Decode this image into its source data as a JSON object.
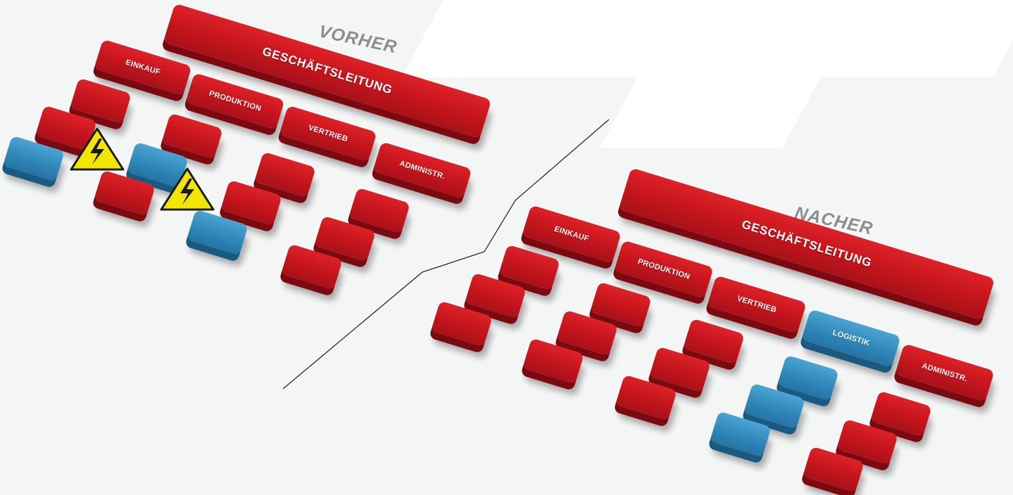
{
  "vorher": {
    "caption": "VORHER",
    "top": "GESCHÄFTSLEITUNG",
    "departments": [
      "EINKAUF",
      "PRODUKTION",
      "VERTRIEB",
      "ADMINISTR."
    ]
  },
  "nachher": {
    "caption": "NACHER",
    "top": "GESCHÄFTSLEITUNG",
    "departments": [
      "EINKAUF",
      "PRODUKTION",
      "VERTRIEB",
      "LOGISTIK",
      "ADMINISTR."
    ]
  },
  "colors": {
    "red": "#c8161e",
    "blue": "#2f86b8",
    "warning": "#f2e600",
    "background": "#f4f5f5"
  },
  "icons": [
    "high-voltage-warning-icon",
    "high-voltage-warning-icon"
  ]
}
